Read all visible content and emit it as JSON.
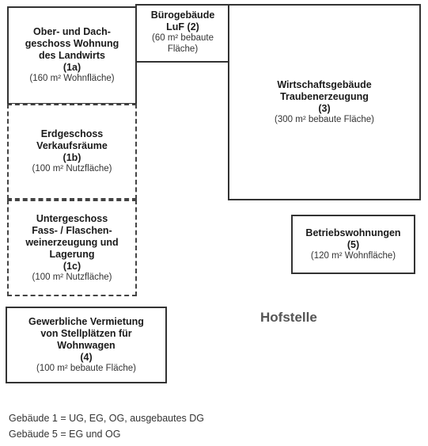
{
  "diagram": {
    "boxes": [
      {
        "id": "1a",
        "lines": [
          "Ober- und Dach-",
          "geschoss Wohnung",
          "des Landwirts"
        ],
        "number": "(1a)",
        "area": "(160 m² Wohnfläche)"
      },
      {
        "id": "2",
        "lines": [
          "Bürogebäude",
          "LuF (2)"
        ],
        "number": "",
        "area": "(60 m² bebaute Fläche)"
      },
      {
        "id": "3",
        "lines": [
          "Wirtschaftsgebäude",
          "Traubenerzeugung"
        ],
        "number": "(3)",
        "area": "(300 m² bebaute Fläche)"
      },
      {
        "id": "1b",
        "lines": [
          "Erdgeschoss",
          "Verkaufsräume"
        ],
        "number": "(1b)",
        "area": "(100 m² Nutzfläche)"
      },
      {
        "id": "1c",
        "lines": [
          "Untergeschoss",
          "Fass- / Flaschen-",
          "weinerzeugung und",
          "Lagerung"
        ],
        "number": "(1c)",
        "area": "(100 m² Nutzfläche)"
      },
      {
        "id": "5",
        "lines": [
          "Betriebswohnungen"
        ],
        "number": "(5)",
        "area": "(120 m² Wohnfläche)"
      },
      {
        "id": "4",
        "lines": [
          "Gewerbliche Vermietung",
          "von Stellplätzen für",
          "Wohnwagen"
        ],
        "number": "(4)",
        "area": "(100 m² bebaute Fläche)"
      }
    ],
    "title": "Hofstelle",
    "notes": [
      "Gebäude 1 = UG, EG, OG, ausgebautes DG",
      "Gebäude 5 = EG und OG"
    ]
  }
}
